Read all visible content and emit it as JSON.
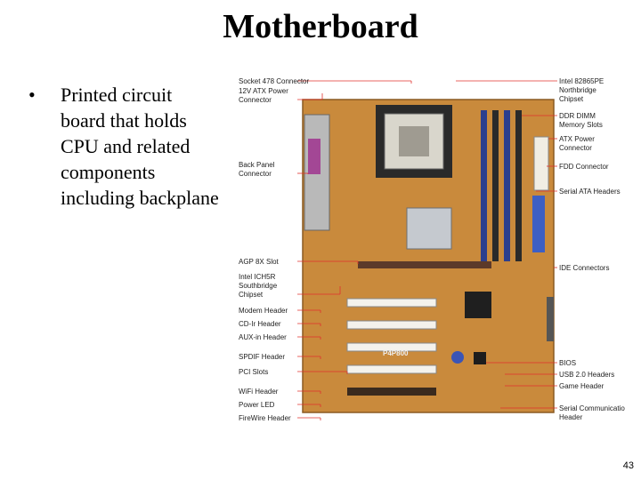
{
  "slide": {
    "title": "Motherboard",
    "bullet": "Printed circuit board that holds CPU and related components including backplane",
    "page_number": "43"
  },
  "diagram": {
    "board_color": "#c98a3c",
    "leader_color": "#e0312c",
    "left_labels": [
      {
        "id": "socket",
        "text": "Socket 478 Connector"
      },
      {
        "id": "atx12v",
        "lines": [
          "12V ATX Power",
          "Connector"
        ]
      },
      {
        "id": "backpanel",
        "lines": [
          "Back Panel",
          "Connector"
        ]
      },
      {
        "id": "agp",
        "text": "AGP 8X Slot"
      },
      {
        "id": "ich5r",
        "lines": [
          "Intel ICH5R",
          "Southbridge",
          "Chipset"
        ]
      },
      {
        "id": "modem",
        "text": "Modem Header"
      },
      {
        "id": "cdir",
        "text": "CD-Ir Header"
      },
      {
        "id": "aux",
        "text": "AUX-in Header"
      },
      {
        "id": "spdif",
        "text": "SPDIF Header"
      },
      {
        "id": "pci",
        "text": "PCI Slots"
      },
      {
        "id": "wifi",
        "text": "WiFi Header"
      },
      {
        "id": "powerled",
        "text": "Power LED"
      },
      {
        "id": "firewire",
        "text": "FireWire Header"
      }
    ],
    "right_labels": [
      {
        "id": "northbridge",
        "lines": [
          "Intel 82865PE",
          "Northbridge",
          "Chipset"
        ]
      },
      {
        "id": "ddr",
        "lines": [
          "DDR DIMM",
          "Memory Slots"
        ]
      },
      {
        "id": "atxpower",
        "lines": [
          "ATX Power",
          "Connector"
        ]
      },
      {
        "id": "fdd",
        "text": "FDD Connector"
      },
      {
        "id": "sata",
        "text": "Serial ATA Headers"
      },
      {
        "id": "ide",
        "text": "IDE Connectors"
      },
      {
        "id": "bios",
        "text": "BIOS"
      },
      {
        "id": "usb",
        "text": "USB 2.0 Headers"
      },
      {
        "id": "game",
        "text": "Game Header"
      },
      {
        "id": "serial",
        "lines": [
          "Serial Communications",
          "Header"
        ]
      }
    ],
    "board_text": "P4P800"
  }
}
